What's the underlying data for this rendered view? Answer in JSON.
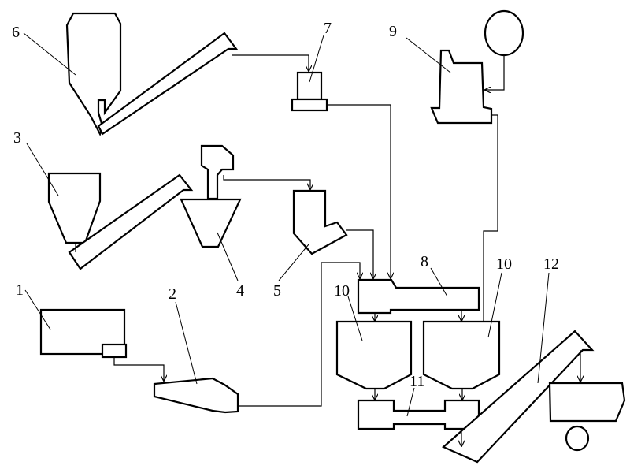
{
  "diagram": {
    "labels": {
      "n1": "1",
      "n2": "2",
      "n3": "3",
      "n4": "4",
      "n5": "5",
      "n6": "6",
      "n7": "7",
      "n8": "8",
      "n9": "9",
      "n10a": "10",
      "n10b": "10",
      "n11": "11",
      "n12": "12"
    }
  }
}
